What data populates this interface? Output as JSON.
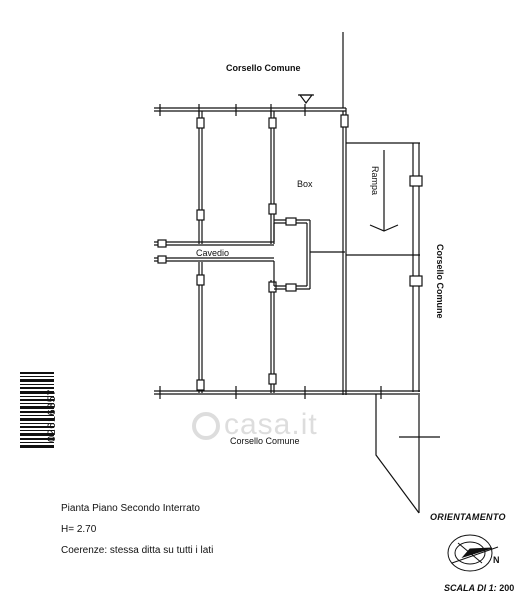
{
  "labels": {
    "corsello_top": "Corsello Comune",
    "corsello_bottom": "Corsello Comune",
    "corsello_right": "Corsello Comune",
    "box": "Box",
    "cavedio": "Cavedio",
    "rampa": "Rampa"
  },
  "document_id": "02616357",
  "legend": {
    "title": "Pianta Piano Secondo Interrato",
    "height": "H= 2.70",
    "coerenze": "Coerenze:  stessa ditta su tutti i lati"
  },
  "orientation": {
    "title": "ORIENTAMENTO",
    "north": "N"
  },
  "scale": {
    "label": "SCALA DI 1:",
    "value": "200"
  },
  "watermark": "casa.it",
  "colors": {
    "line": "#111111",
    "paper": "#ffffff",
    "watermark": "#c8c8c8"
  }
}
